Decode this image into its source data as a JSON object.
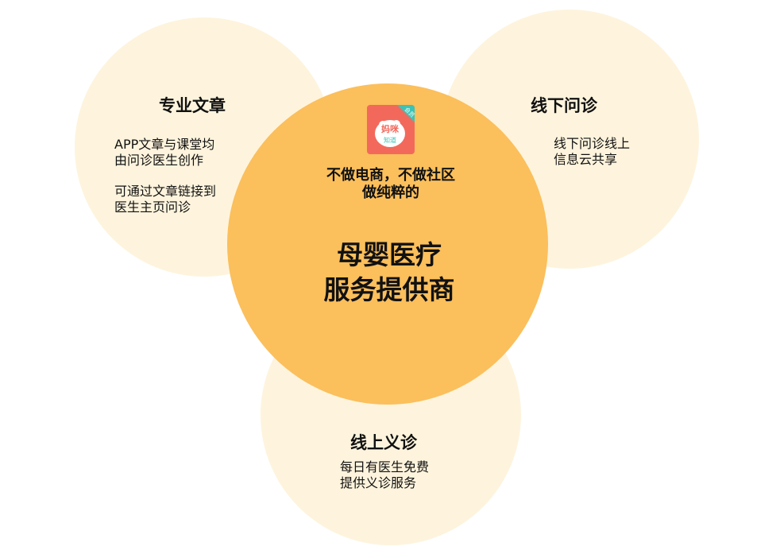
{
  "center": {
    "logo": {
      "text_main": "妈咪",
      "text_sub": "知道",
      "badge": "会员",
      "colors": {
        "background": "#f2695c",
        "badge": "#3cc3b6",
        "face": "#ffffff"
      }
    },
    "tagline": [
      "不做电商，不做社区",
      "做纯粹的"
    ],
    "headline": [
      "母婴医疗",
      "服务提供商"
    ],
    "color": "#fbbf5c"
  },
  "left": {
    "title": "专业文章",
    "paragraphs": [
      "APP文章与课堂均\n由问诊医生创作",
      "可通过文章链接到\n医生主页问诊"
    ]
  },
  "right": {
    "title": "线下问诊",
    "paragraphs": [
      "线下问诊线上\n信息云共享"
    ]
  },
  "bottom": {
    "title": "线上义诊",
    "paragraphs": [
      "每日有医生免费\n提供义诊服务"
    ]
  },
  "colors": {
    "outer_circle": "#fef4dd",
    "center_circle": "#fbbf5c"
  }
}
